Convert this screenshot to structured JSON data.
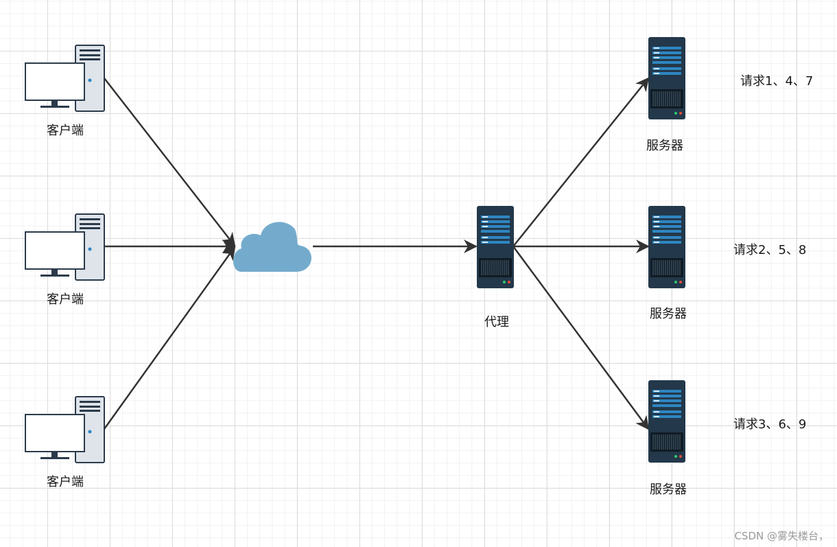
{
  "clients": [
    {
      "label": "客户端"
    },
    {
      "label": "客户端"
    },
    {
      "label": "客户端"
    }
  ],
  "cloud": {
    "icon": "cloud-icon"
  },
  "proxy": {
    "label": "代理",
    "icon": "server-rack-icon"
  },
  "servers": [
    {
      "label": "服务器",
      "requests": "请求1、4、7"
    },
    {
      "label": "服务器",
      "requests": "请求2、5、8"
    },
    {
      "label": "服务器",
      "requests": "请求3、6、9"
    }
  ],
  "watermark": "CSDN @雾失楼台，",
  "colors": {
    "arrow": "#333333",
    "cloud": "#74abcd",
    "server_body": "#23384a",
    "server_bar": "#2e86c1",
    "monitor_outline": "#2b3a4a",
    "tower_fill": "#dfe4ea"
  }
}
